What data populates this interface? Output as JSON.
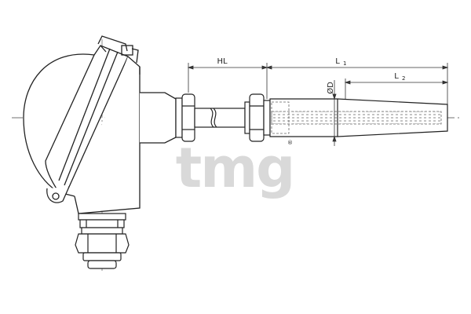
{
  "diagram": {
    "labels": {
      "hl": "HL",
      "l1_main": "L",
      "l1_sub": "1",
      "l2_main": "L",
      "l2_sub": "2",
      "diameter": "ØD"
    },
    "watermark": {
      "text": "tmg",
      "registered": "®"
    }
  }
}
